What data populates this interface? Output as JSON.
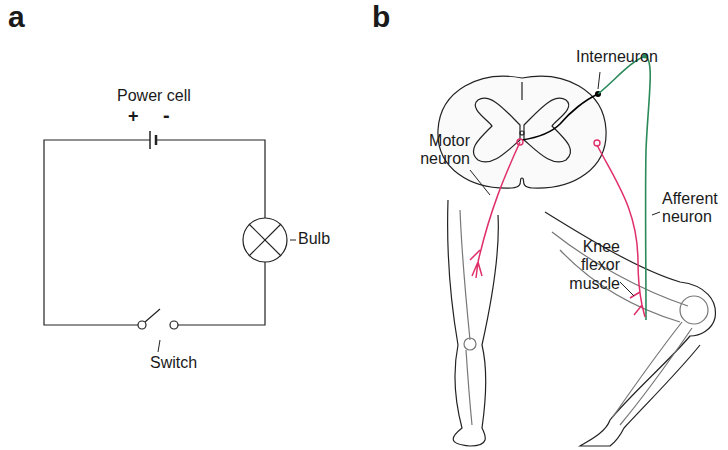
{
  "diagram": {
    "labels": [
      "a",
      "b",
      "Power cell",
      "+",
      "-",
      "Bulb",
      "Switch",
      "Interneuron",
      "Motor neuron",
      "Afferent neuron",
      "Knee flexor muscle"
    ]
  }
}
